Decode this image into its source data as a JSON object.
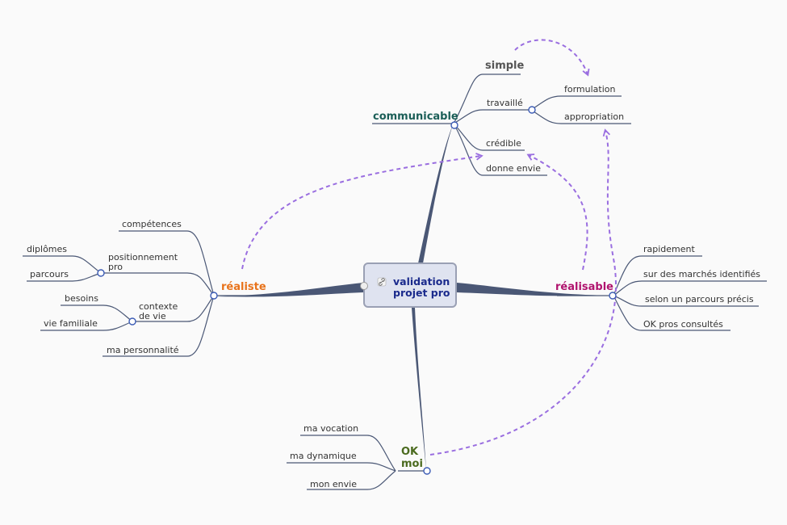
{
  "colors": {
    "line": "#4a5775",
    "relation": "#9a6ee0",
    "central_fill": "#dfe3f0",
    "central_text": "#1a2a8c",
    "communicable": "#1b5e57",
    "simple": "#555555",
    "realiste": "#e8731b",
    "realisable": "#b0136e",
    "ok_moi": "#4a6a1e",
    "text": "#333333"
  },
  "central": {
    "lines": [
      "validation",
      "projet pro"
    ],
    "icon": "link-icon"
  },
  "branches": {
    "communicable": {
      "label": "communicable",
      "children": {
        "simple": "simple",
        "travaille": {
          "label": "travaillé",
          "children": {
            "formulation": "formulation",
            "appropriation": "appropriation"
          }
        },
        "credible": "crédible",
        "donne_envie": "donne envie"
      }
    },
    "realiste": {
      "label": "réaliste",
      "children": {
        "competences": "compétences",
        "positionnement": {
          "lines": [
            "positionnement",
            "pro"
          ],
          "children": {
            "diplomes": "diplômes",
            "parcours": "parcours"
          }
        },
        "contexte": {
          "lines": [
            "contexte",
            "de vie"
          ],
          "children": {
            "besoins": "besoins",
            "vie_familiale": "vie familiale"
          }
        },
        "personnalite": "ma personnalité"
      }
    },
    "realisable": {
      "label": "réalisable",
      "children": {
        "rapidement": "rapidement",
        "marches": "sur des marchés identifiés",
        "parcours_precis": "selon un parcours précis",
        "pros": "OK pros consultés"
      }
    },
    "ok_moi": {
      "lines": [
        "OK",
        "moi"
      ],
      "children": {
        "vocation": "ma vocation",
        "dynamique": "ma dynamique",
        "envie": "mon envie"
      }
    }
  }
}
